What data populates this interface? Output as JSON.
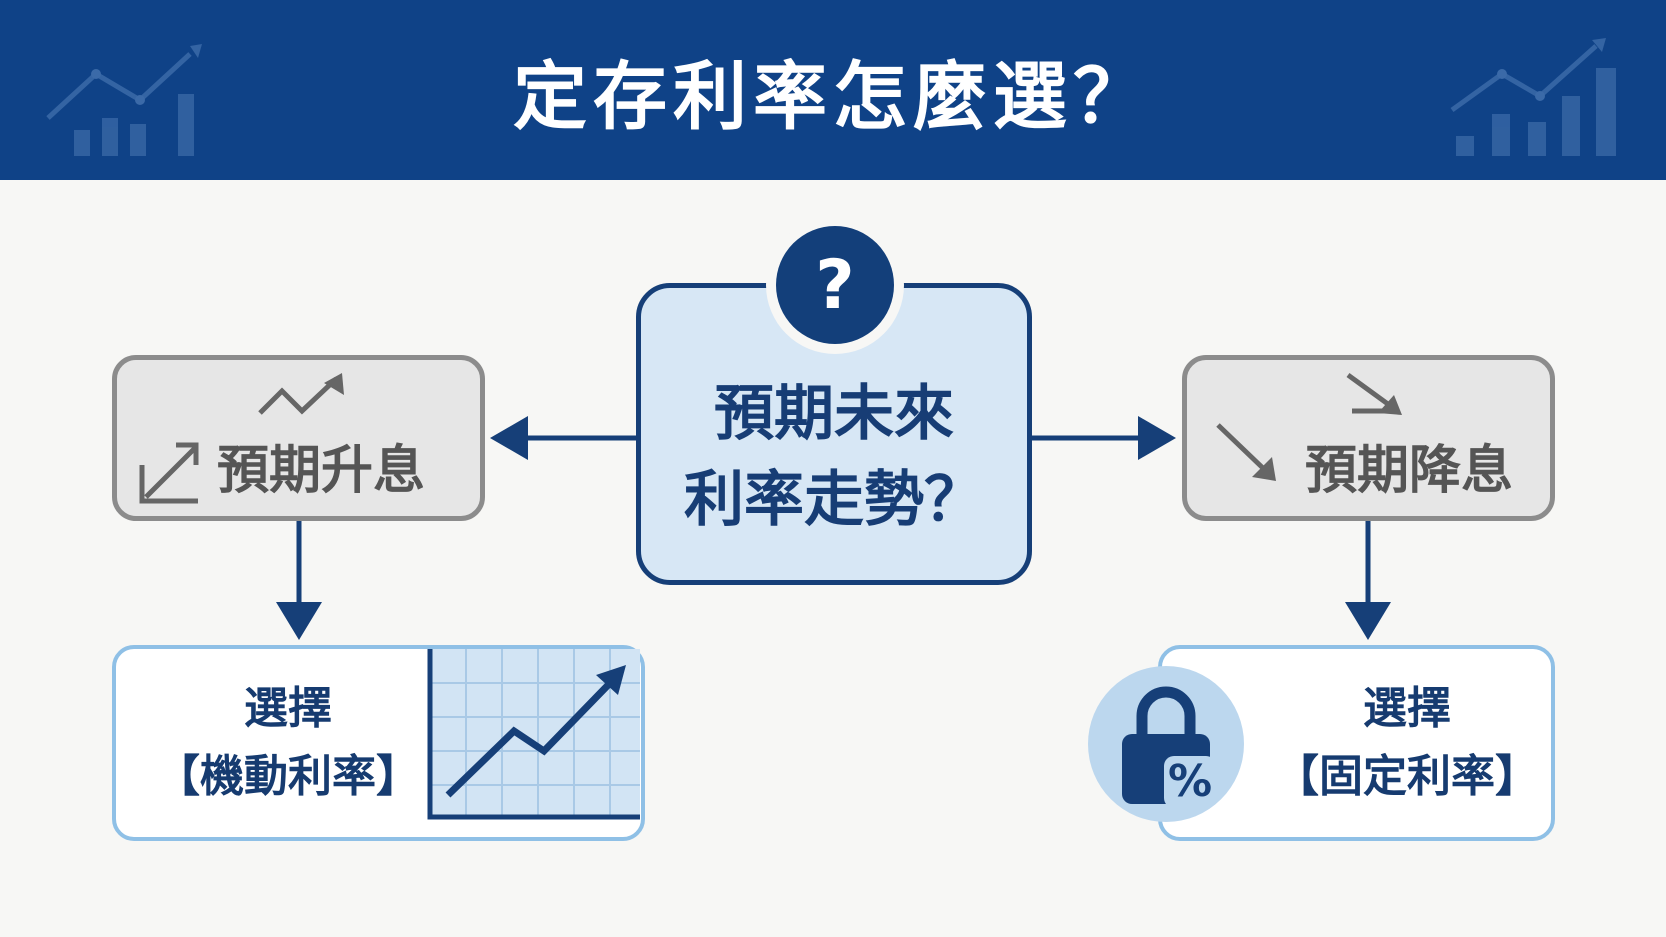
{
  "header": {
    "title": "定存利率怎麼選？"
  },
  "center": {
    "badge": "?",
    "line1": "預期未來",
    "line2": "利率走勢？"
  },
  "left_branch": {
    "condition": "預期升息",
    "result_line1": "選擇",
    "result_line2": "【機動利率】"
  },
  "right_branch": {
    "condition": "預期降息",
    "result_line1": "選擇",
    "result_line2": "【固定利率】",
    "lock_symbol": "%"
  },
  "icons": {
    "header_left": "chart-trend-up-icon",
    "header_right": "chart-trend-up-icon",
    "rise": "arrow-trend-up-icon",
    "fall": "arrow-trend-down-icon",
    "rising_chart": "rising-line-chart-icon",
    "lock": "lock-percent-icon"
  },
  "colors": {
    "navy": "#0f4287",
    "center_fill": "#d7e7f5",
    "grey_fill": "#e6e6e6",
    "grey_border": "#8c8c8c",
    "light_blue_border": "#8fc0e6"
  }
}
